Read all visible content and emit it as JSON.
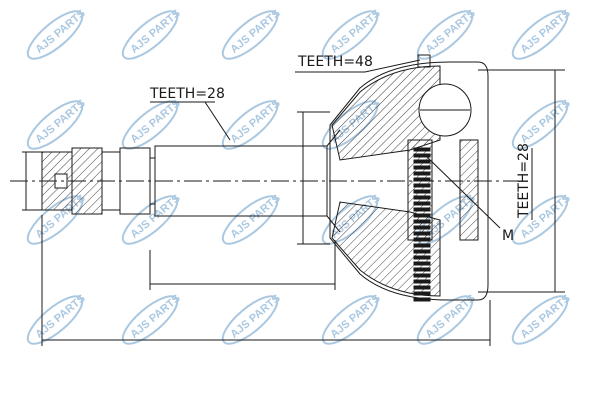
{
  "diagram": {
    "labels": {
      "teeth_outer": "TEETH=48",
      "teeth_shaft": "TEETH=28",
      "teeth_inner": "TEETH=28",
      "thread": "M"
    }
  },
  "watermark": {
    "brand": "AJS",
    "suffix": "PARTS",
    "color": "#8fb6d8"
  }
}
